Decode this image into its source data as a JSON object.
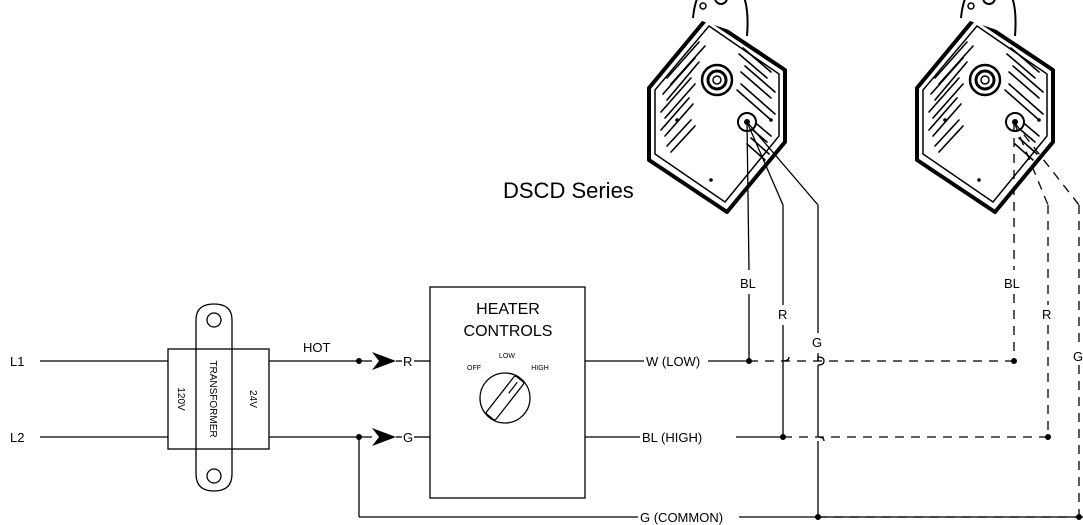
{
  "labels": {
    "l1": "L1",
    "l2": "L2",
    "v120": "120V",
    "v24": "24V",
    "transformer": "TRANSFORMER",
    "hot": "HOT",
    "r_in": "R",
    "g_in": "G",
    "heater_line1": "HEATER",
    "heater_line2": "CONTROLS",
    "dial_off": "OFF",
    "dial_low": "LOW",
    "dial_high": "HIGH",
    "w_low": "W (LOW)",
    "bl_high": "BL (HIGH)",
    "g_common": "G (COMMON)",
    "series": "DSCD Series",
    "m1_bl": "BL",
    "m1_r": "R",
    "m1_g": "G",
    "m2_bl": "BL",
    "m2_r": "R",
    "m2_g": "G"
  },
  "colors": {
    "line": "#000000",
    "background": "#ffffff"
  }
}
